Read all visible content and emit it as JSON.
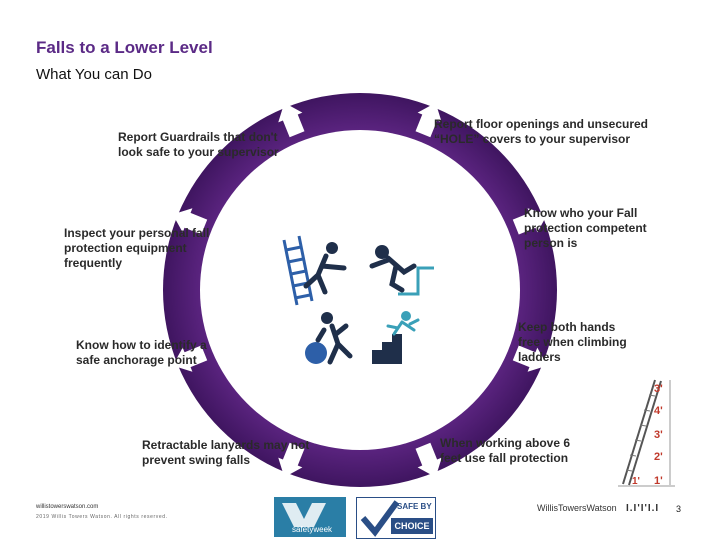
{
  "header": {
    "title": "Falls to a Lower Level",
    "subtitle": "What You can Do"
  },
  "items": [
    {
      "id": "guardrails",
      "text": "Report Guardrails that don't look safe to your supervisor"
    },
    {
      "id": "floor-openings",
      "text": "Report floor openings and unsecured “HOLE” covers to your supervisor"
    },
    {
      "id": "inspect-equipment",
      "text": "Inspect your personal fall protection equipment frequently"
    },
    {
      "id": "competent-person",
      "text": "Know who your Fall protection competent person is"
    },
    {
      "id": "anchorage-point",
      "text": "Know how to identify a safe anchorage point"
    },
    {
      "id": "both-hands",
      "text": "Keep both hands free when climbing ladders"
    },
    {
      "id": "retractable-lanyards",
      "text": "Retractable lanyards may not prevent swing falls"
    },
    {
      "id": "above-six-feet",
      "text": "When working above 6 feet use fall protection"
    }
  ],
  "ladder_diagram": {
    "labels": [
      "3'",
      "4'",
      "3'",
      "2'",
      "1'",
      "1'"
    ]
  },
  "footer": {
    "url": "willistowerswatson.com",
    "copyright": "2019 Willis Towers Watson. All rights reserved.",
    "badge_safety_week": "safetyweek",
    "badge_safe_by": "SAFE BY",
    "badge_choice": "CHOICE",
    "brand": "WillisTowersWatson",
    "brand_mark": "I.I'I'I.I",
    "page_number": "3"
  },
  "colors": {
    "ring_purple": "#6a2c91",
    "ring_dark": "#4b1c6b",
    "icon_blue": "#2d5fa8",
    "icon_teal": "#3aa0b8",
    "ladder_red": "#c0392b"
  }
}
